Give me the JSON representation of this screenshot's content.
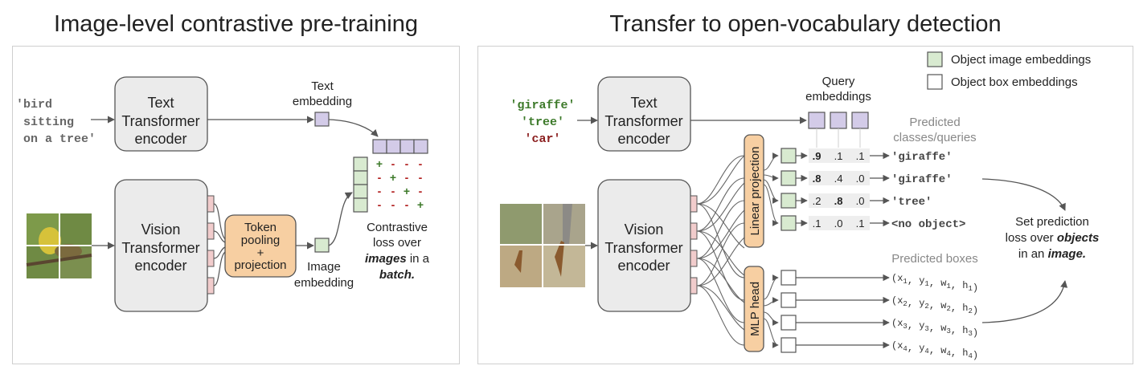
{
  "titles": {
    "left": "Image-level contrastive pre-training",
    "right": "Transfer to open-vocabulary detection"
  },
  "legend": {
    "image_embeddings": "Object image embeddings",
    "box_embeddings": "Object box embeddings"
  },
  "left": {
    "text_input": [
      "'bird",
      "sitting",
      "on a tree'"
    ],
    "text_encoder": [
      "Text",
      "Transformer",
      "encoder"
    ],
    "vision_encoder": [
      "Vision",
      "Transformer",
      "encoder"
    ],
    "text_embedding_label": [
      "Text",
      "embedding"
    ],
    "pooling": [
      "Token",
      "pooling",
      "+",
      "projection"
    ],
    "image_embedding_label": [
      "Image",
      "embedding"
    ],
    "matrix": [
      [
        "+",
        "-",
        "-",
        "-"
      ],
      [
        "-",
        "+",
        "-",
        "-"
      ],
      [
        "-",
        "-",
        "+",
        "-"
      ],
      [
        "-",
        "-",
        "-",
        "+"
      ]
    ],
    "loss_line1": "Contrastive",
    "loss_line2": "loss over",
    "loss_line3_em": "images",
    "loss_line3_rest": " in a",
    "loss_line4_em": "batch."
  },
  "right": {
    "queries": [
      "'giraffe'",
      "'tree'",
      "'car'"
    ],
    "query_colors": [
      "#3d7a2a",
      "#3d7a2a",
      "#8b1e1e"
    ],
    "text_encoder": [
      "Text",
      "Transformer",
      "encoder"
    ],
    "vision_encoder": [
      "Vision",
      "Transformer",
      "encoder"
    ],
    "query_label": [
      "Query",
      "embeddings"
    ],
    "predicted_classes_label": [
      "Predicted",
      "classes/queries"
    ],
    "linear_projection": "Linear projection",
    "mlp_head": "MLP head",
    "scores": [
      [
        ".9",
        ".1",
        ".1"
      ],
      [
        ".8",
        ".4",
        ".0"
      ],
      [
        ".2",
        ".8",
        ".0"
      ],
      [
        ".1",
        ".0",
        ".1"
      ]
    ],
    "bold_scores": [
      0,
      0,
      1,
      -1
    ],
    "class_outputs": [
      "'giraffe'",
      "'giraffe'",
      "'tree'",
      "<no object>"
    ],
    "predicted_boxes_label": "Predicted boxes",
    "box_outputs": [
      "1",
      "2",
      "3",
      "4"
    ],
    "set_loss_line1": "Set prediction",
    "set_loss_line2_pre": "loss over ",
    "set_loss_line2_em": "objects",
    "set_loss_line3_pre": "in an ",
    "set_loss_line3_em": "image."
  },
  "colors": {
    "encoder_fill": "#ebebeb",
    "text_emb": "#d3cbe8",
    "image_emb": "#d8ead0",
    "token": "#f1cccc",
    "orange": "#f7cfa2",
    "plus_green": "#3d7a2a",
    "minus_red": "#b01c1c"
  }
}
